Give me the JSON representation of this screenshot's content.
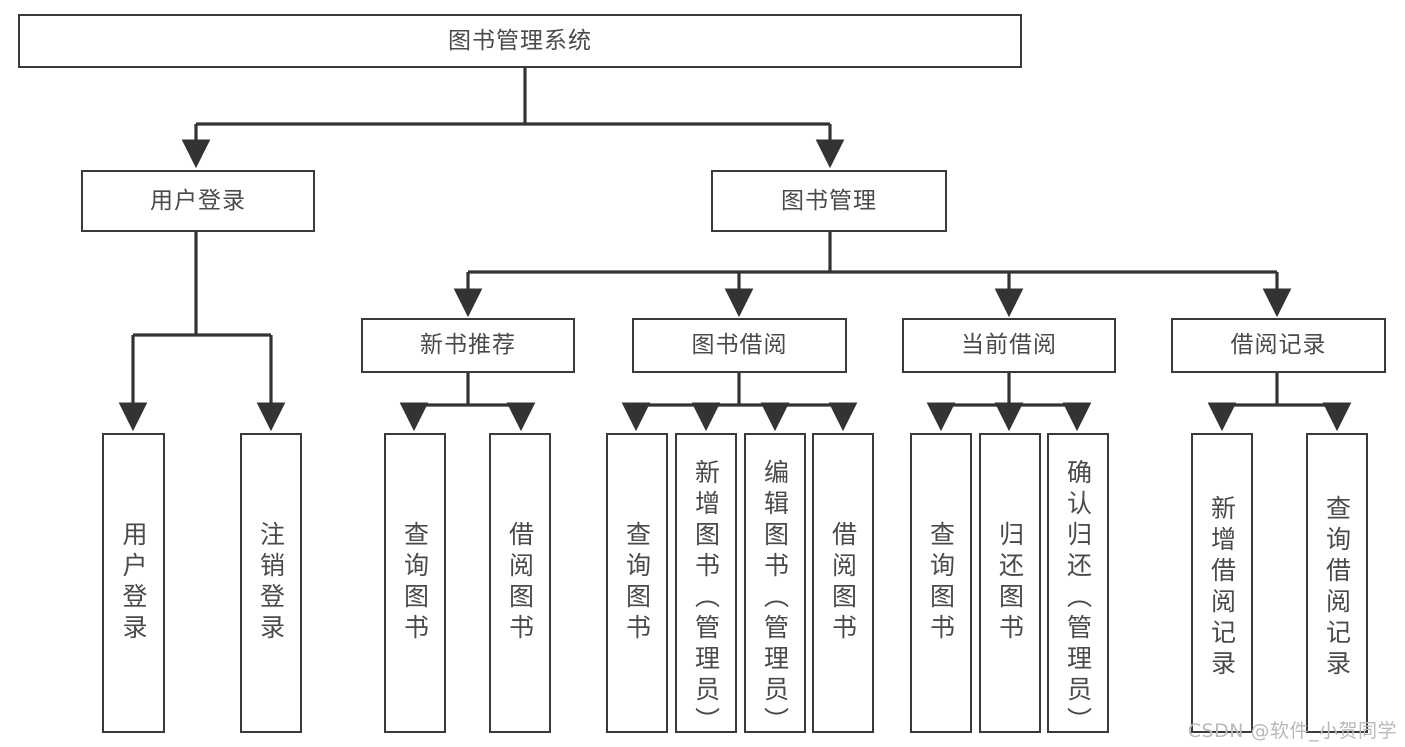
{
  "diagram": {
    "type": "hierarchy-tree",
    "title": "图书管理系统",
    "watermark": "CSDN @软件_小贺同学",
    "colors": {
      "box_border": "#3a3a3a",
      "box_fill": "#ffffff",
      "text": "#4a4a4a",
      "edge": "#333333",
      "watermark": "#b9b9b9",
      "background": "#ffffff"
    },
    "nodes": {
      "root": {
        "label": "图书管理系统"
      },
      "level2": [
        {
          "label": "用户登录"
        },
        {
          "label": "图书管理"
        }
      ],
      "level3": [
        {
          "label": "新书推荐"
        },
        {
          "label": "图书借阅"
        },
        {
          "label": "当前借阅"
        },
        {
          "label": "借阅记录"
        }
      ],
      "leaves_user_login": [
        {
          "label": "用户登录"
        },
        {
          "label": "注销登录"
        }
      ],
      "leaves_new_book": [
        {
          "label": "查询图书"
        },
        {
          "label": "借阅图书"
        }
      ],
      "leaves_borrow": [
        {
          "label": "查询图书"
        },
        {
          "label": "新增图书（管理员）"
        },
        {
          "label": "编辑图书（管理员）"
        },
        {
          "label": "借阅图书"
        }
      ],
      "leaves_current": [
        {
          "label": "查询图书"
        },
        {
          "label": "归还图书"
        },
        {
          "label": "确认归还（管理员）"
        }
      ],
      "leaves_record": [
        {
          "label": "新增借阅记录"
        },
        {
          "label": "查询借阅记录"
        }
      ]
    }
  }
}
